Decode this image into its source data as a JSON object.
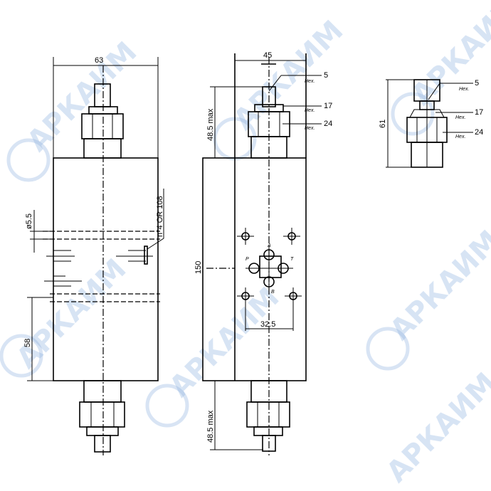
{
  "watermark": "АРКАИМ",
  "left_view": {
    "width_dim": "63",
    "hole_dim": "ø5.5",
    "oring_note": "n°4 OR 108",
    "hole_offset_dim": "58"
  },
  "middle_view": {
    "width_dim": "45",
    "top_height_dim": "48.5 max",
    "bottom_height_dim": "48.5 max",
    "length_dim": "150",
    "port_spacing_dim": "32.5",
    "callouts": [
      {
        "value": "5",
        "note": "Hex."
      },
      {
        "value": "17",
        "note": "Hex."
      },
      {
        "value": "24",
        "note": "Hex."
      }
    ],
    "ports": [
      "A",
      "P",
      "T",
      "B"
    ]
  },
  "right_view": {
    "height_dim": "61",
    "callouts": [
      {
        "value": "5",
        "note": "Hex."
      },
      {
        "value": "17",
        "note": "Hex."
      },
      {
        "value": "24",
        "note": "Hex."
      }
    ]
  }
}
